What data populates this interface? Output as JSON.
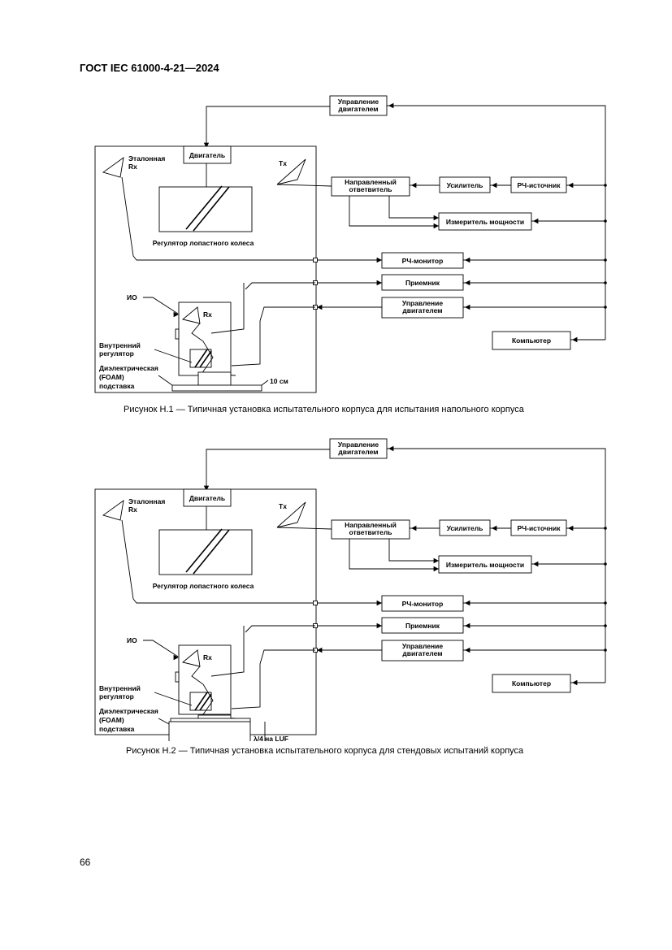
{
  "header": {
    "title": "ГОСТ IEC 61000-4-21—2024"
  },
  "labels": {
    "motor_control": [
      "Управление",
      "двигателем"
    ],
    "motor": "Двигатель",
    "reference_rx": [
      "Эталонная",
      "Rx"
    ],
    "tx": "Tx",
    "directional_coupler": [
      "Направленный",
      "ответвитель"
    ],
    "amplifier": "Усилитель",
    "rf_source": "РЧ-источник",
    "power_meter": "Измеритель мощности",
    "paddle_wheel": "Регулятор лопастного колеса",
    "rf_monitor": "РЧ-монитор",
    "receiver": "Приемник",
    "computer": "Компьютер",
    "eut": "ИО",
    "rx": "Rx",
    "inner_stirrer": [
      "Внутренний",
      "регулятор"
    ],
    "dielectric_stand": [
      "Диэлектрическая",
      "(FOAM)",
      "подставка"
    ],
    "height_10cm": "10 см",
    "height_lambda": "λ/4 на LUF"
  },
  "figure1": {
    "caption": "Рисунок Н.1 — Типичная установка испытательного корпуса для испытания напольного корпуса"
  },
  "figure2": {
    "caption": "Рисунок Н.2 — Типичная установка испытательного корпуса для стендовых испытаний корпуса"
  },
  "footer": {
    "page_number": "66"
  }
}
